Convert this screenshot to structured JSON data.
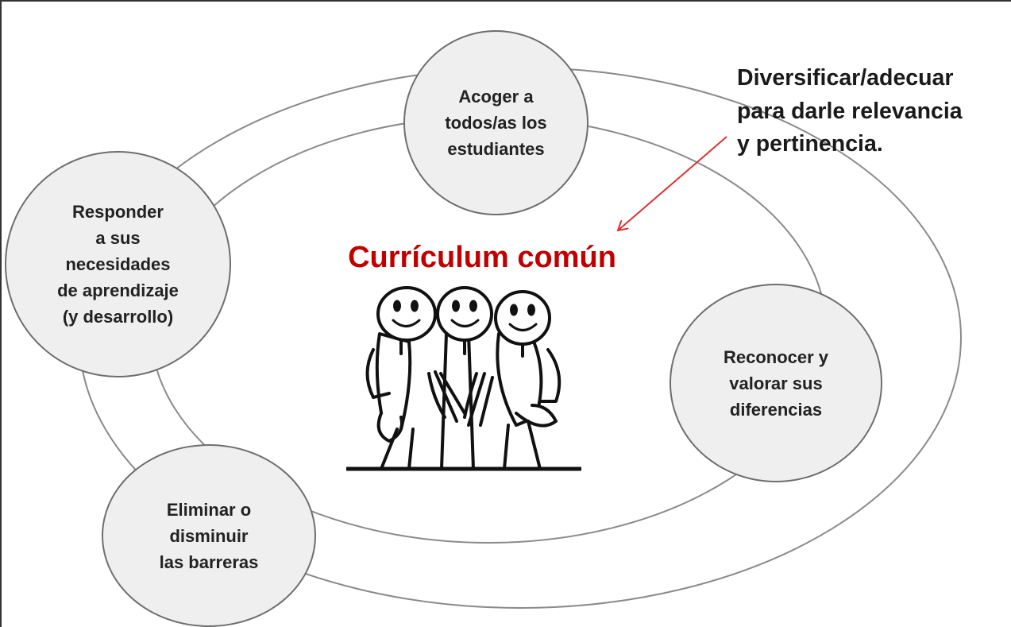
{
  "title": "Currículum común",
  "note": "Diversificar/adecuar\npara darle relevancia\ny pertinencia.",
  "bubbles": [
    {
      "id": "acoger",
      "text": "Acoger a\ntodos/as los\nestudiantes"
    },
    {
      "id": "responder",
      "text": "Responder\na sus\nnecesidades\nde aprendizaje\n(y desarrollo)"
    },
    {
      "id": "reconocer",
      "text": "Reconocer y\nvalorar sus\ndiferencias"
    },
    {
      "id": "eliminar",
      "text": "Eliminar o\ndisminuir\nlas barreras"
    }
  ],
  "colors": {
    "title": "#c00000",
    "arrow": "#e03030",
    "bubble_fill": "#efefef",
    "bubble_stroke": "#6e6e6e"
  },
  "center_icon": "three-smiling-figures-embracing"
}
